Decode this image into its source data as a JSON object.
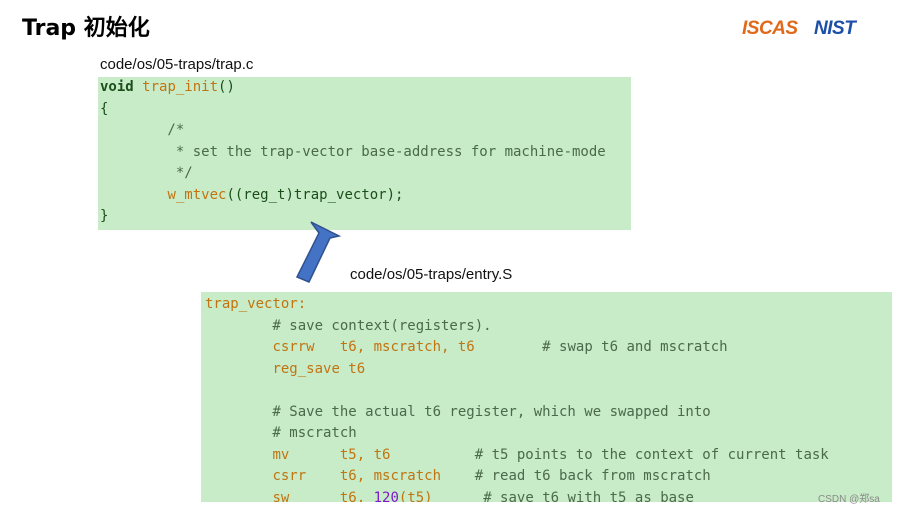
{
  "slide": {
    "title": "Trap 初始化",
    "logo_left": "ISCAS",
    "logo_right": "NIST",
    "watermark": "CSDN @郑sa"
  },
  "file1": {
    "path": "code/os/05-traps/trap.c",
    "lines": [
      [
        {
          "t": "void",
          "c": "kw"
        },
        {
          "t": " "
        },
        {
          "t": "trap_init",
          "c": "fn"
        },
        {
          "t": "()",
          "c": "plain"
        }
      ],
      [
        {
          "t": "{",
          "c": "plain"
        }
      ],
      [
        {
          "t": "        /*",
          "c": "cm"
        }
      ],
      [
        {
          "t": "         * set the trap-vector base-address for machine-mode",
          "c": "cm"
        }
      ],
      [
        {
          "t": "         */",
          "c": "cm"
        }
      ],
      [
        {
          "t": "        "
        },
        {
          "t": "w_mtvec",
          "c": "fn"
        },
        {
          "t": "((reg_t)trap_vector);",
          "c": "plain"
        }
      ],
      [
        {
          "t": "}",
          "c": "plain"
        }
      ]
    ]
  },
  "file2": {
    "path": "code/os/05-traps/entry.S",
    "lines": [
      [
        {
          "t": "trap_vector:",
          "c": "fn"
        }
      ],
      [
        {
          "t": "        # save context(registers).",
          "c": "cm"
        }
      ],
      [
        {
          "t": "        "
        },
        {
          "t": "csrrw",
          "c": "fn"
        },
        {
          "t": "   t6, mscratch, t6        ",
          "c": "fn"
        },
        {
          "t": "# swap t6 and mscratch",
          "c": "cm"
        }
      ],
      [
        {
          "t": "        "
        },
        {
          "t": "reg_save t6",
          "c": "fn"
        }
      ],
      [
        {
          "t": ""
        }
      ],
      [
        {
          "t": "        # Save the actual t6 register, which we swapped into",
          "c": "cm"
        }
      ],
      [
        {
          "t": "        # mscratch",
          "c": "cm"
        }
      ],
      [
        {
          "t": "        "
        },
        {
          "t": "mv",
          "c": "fn"
        },
        {
          "t": "      t5, t6          ",
          "c": "fn"
        },
        {
          "t": "# t5 points to the context of current task",
          "c": "cm"
        }
      ],
      [
        {
          "t": "        "
        },
        {
          "t": "csrr",
          "c": "fn"
        },
        {
          "t": "    t6, mscratch    ",
          "c": "fn"
        },
        {
          "t": "# read t6 back from mscratch",
          "c": "cm"
        }
      ],
      [
        {
          "t": "        "
        },
        {
          "t": "sw",
          "c": "fn"
        },
        {
          "t": "      t6, ",
          "c": "fn"
        },
        {
          "t": "120",
          "c": "num"
        },
        {
          "t": "(t5)      ",
          "c": "fn"
        },
        {
          "t": "# save t6 with t5 as base",
          "c": "cm"
        }
      ]
    ]
  },
  "colors": {
    "code_bg": "#c8ebc8",
    "arrow_fill": "#4472c4",
    "arrow_stroke": "#2f528f"
  }
}
